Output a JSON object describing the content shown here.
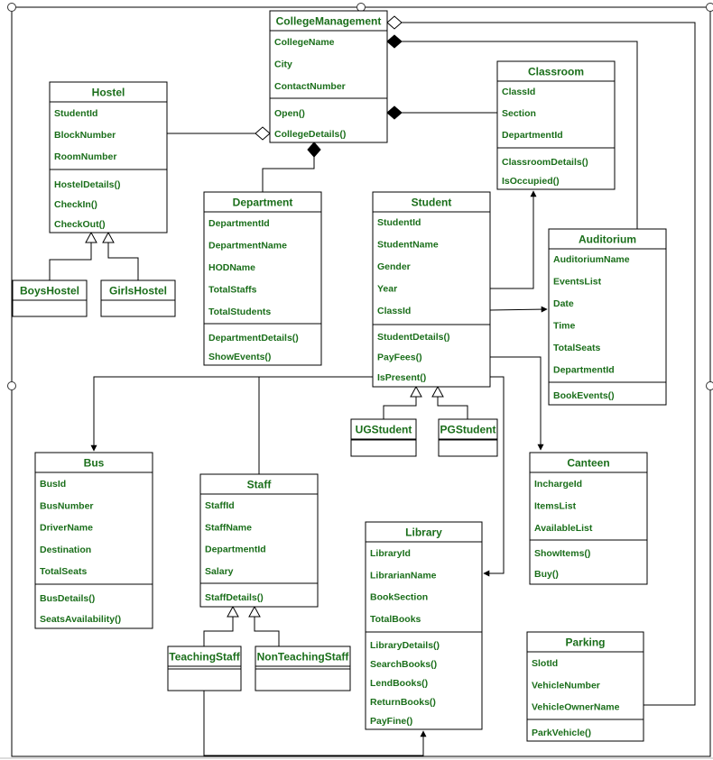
{
  "diagram": {
    "classes": [
      {
        "id": "college",
        "title": "CollegeManagement",
        "attributes": [
          "CollegeName",
          "City",
          "ContactNumber"
        ],
        "methods": [
          "Open()",
          "CollegeDetails()"
        ]
      },
      {
        "id": "hostel",
        "title": "Hostel",
        "attributes": [
          "StudentId",
          "BlockNumber",
          "RoomNumber"
        ],
        "methods": [
          "HostelDetails()",
          "CheckIn()",
          "CheckOut()"
        ]
      },
      {
        "id": "classroom",
        "title": "Classroom",
        "attributes": [
          "ClassId",
          "Section",
          "DepartmentId"
        ],
        "methods": [
          "ClassroomDetails()",
          "IsOccupied()"
        ]
      },
      {
        "id": "department",
        "title": "Department",
        "attributes": [
          "DepartmentId",
          "DepartmentName",
          "HODName",
          "TotalStaffs",
          "TotalStudents"
        ],
        "methods": [
          "DepartmentDetails()",
          "ShowEvents()"
        ]
      },
      {
        "id": "student",
        "title": "Student",
        "attributes": [
          "StudentId",
          "StudentName",
          "Gender",
          "Year",
          "ClassId"
        ],
        "methods": [
          "StudentDetails()",
          "PayFees()",
          "IsPresent()"
        ]
      },
      {
        "id": "auditorium",
        "title": "Auditorium",
        "attributes": [
          "AuditoriumName",
          "EventsList",
          "Date",
          "Time",
          "TotalSeats",
          "DepartmentId"
        ],
        "methods": [
          "BookEvents()"
        ]
      },
      {
        "id": "boyshostel",
        "title": "BoysHostel",
        "attributes": [],
        "methods": []
      },
      {
        "id": "girlshostel",
        "title": "GirlsHostel",
        "attributes": [],
        "methods": []
      },
      {
        "id": "ugstudent",
        "title": "UGStudent",
        "attributes": [],
        "methods": []
      },
      {
        "id": "pgstudent",
        "title": "PGStudent",
        "attributes": [],
        "methods": []
      },
      {
        "id": "bus",
        "title": "Bus",
        "attributes": [
          "BusId",
          "BusNumber",
          "DriverName",
          "Destination",
          "TotalSeats"
        ],
        "methods": [
          "BusDetails()",
          "SeatsAvailability()"
        ]
      },
      {
        "id": "staff",
        "title": "Staff",
        "attributes": [
          "StaffId",
          "StaffName",
          "DepartmentId",
          "Salary"
        ],
        "methods": [
          "StaffDetails()"
        ]
      },
      {
        "id": "canteen",
        "title": "Canteen",
        "attributes": [
          "InchargeId",
          "ItemsList",
          "AvailableList"
        ],
        "methods": [
          "ShowItems()",
          "Buy()"
        ]
      },
      {
        "id": "library",
        "title": "Library",
        "attributes": [
          "LibraryId",
          "LibrarianName",
          "BookSection",
          "TotalBooks"
        ],
        "methods": [
          "LibraryDetails()",
          "SearchBooks()",
          "LendBooks()",
          "ReturnBooks()",
          "PayFine()"
        ]
      },
      {
        "id": "teachingstaff",
        "title": "TeachingStaff",
        "attributes": [],
        "methods": []
      },
      {
        "id": "nonteachingstaff",
        "title": "NonTeachingStaff",
        "attributes": [],
        "methods": []
      },
      {
        "id": "parking",
        "title": "Parking",
        "attributes": [
          "SlotId",
          "VehicleNumber",
          "VehicleOwnerName"
        ],
        "methods": [
          "ParkVehicle()"
        ]
      }
    ],
    "colors": {
      "text": "#1a6e1a",
      "line": "#000000",
      "fill": "#ffffff",
      "frame": "#000000"
    }
  }
}
